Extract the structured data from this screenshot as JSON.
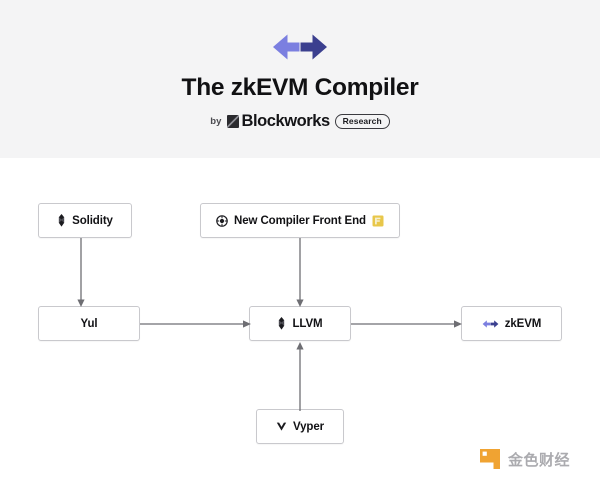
{
  "header": {
    "logo_icon": "zkevm-double-arrow-logo",
    "title": "The zkEVM Compiler",
    "byline_prefix": "by",
    "byline_brand": "Blockworks",
    "byline_pill": "Research",
    "background_color": "#f4f4f5",
    "logo_left_arrow_color": "#7b7fe0",
    "logo_right_arrow_color": "#3b3f8f"
  },
  "diagram": {
    "nodes": [
      {
        "id": "solidity",
        "label": "Solidity",
        "icon": "solidity-logo-icon",
        "trailing_icon": null
      },
      {
        "id": "frontend",
        "label": "New Compiler Front End",
        "icon": "compiler-circle-icon",
        "trailing_icon": "vyper-gold-badge-icon"
      },
      {
        "id": "yul",
        "label": "Yul",
        "icon": null,
        "trailing_icon": null
      },
      {
        "id": "llvm",
        "label": "LLVM",
        "icon": "solidity-logo-icon",
        "trailing_icon": null
      },
      {
        "id": "zkevm",
        "label": "zkEVM",
        "icon": "zkevm-double-arrow-logo",
        "trailing_icon": null
      },
      {
        "id": "vyper",
        "label": "Vyper",
        "icon": "vyper-v-icon",
        "trailing_icon": null
      }
    ],
    "connectors": [
      {
        "from": "solidity",
        "to": "yul",
        "direction": "down"
      },
      {
        "from": "frontend",
        "to": "llvm",
        "direction": "down"
      },
      {
        "from": "yul",
        "to": "llvm",
        "direction": "right"
      },
      {
        "from": "llvm",
        "to": "zkevm",
        "direction": "right"
      },
      {
        "from": "vyper",
        "to": "llvm",
        "direction": "up"
      }
    ],
    "node_border_color": "#c9c9cd",
    "connector_color": "#6e6e73"
  },
  "watermark": {
    "text": "金色财经",
    "mark_icon": "jinse-finance-logo-icon",
    "mark_color": "#f0a02a",
    "text_color": "#a8a8ac"
  }
}
